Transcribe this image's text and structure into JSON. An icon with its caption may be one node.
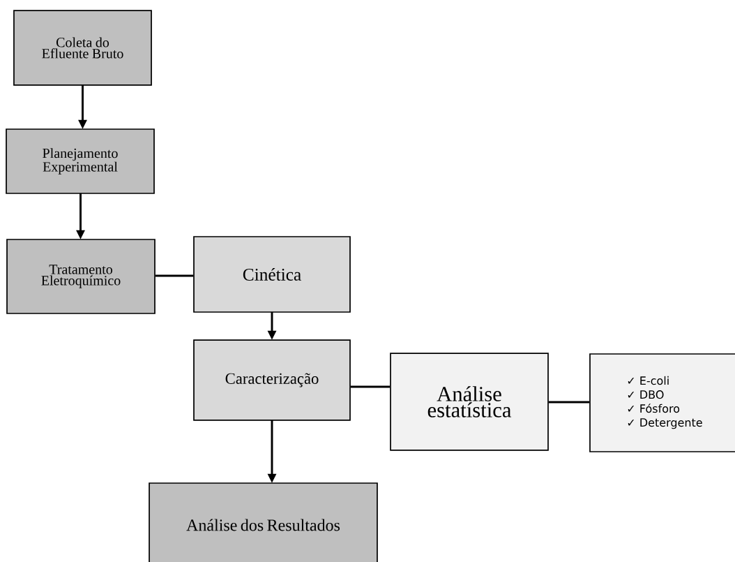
{
  "diagram": {
    "nodes": [
      {
        "text": [
          "Coleta do Efluente Bruto"
        ]
      },
      {
        "text": [
          "Planejamento Experimental"
        ]
      },
      {
        "text": [
          "Tratamento Eletroquímico"
        ]
      },
      {
        "text": [
          "Cinética"
        ]
      },
      {
        "text": [
          "Caracterização"
        ]
      },
      {
        "text": [
          "Análise estatística"
        ]
      },
      {
        "text": [
          "✓ E-coli",
          "✓  DBO",
          "✓ Fósforo",
          "✓ Detergente"
        ]
      },
      {
        "text": [
          "Análise dos Resultados"
        ]
      }
    ],
    "edges": [
      {
        "from": 0,
        "to": 1,
        "arrow": "to"
      },
      {
        "from": 1,
        "to": 2,
        "arrow": "to"
      },
      {
        "from": 2,
        "to": 3,
        "arrow": "none"
      },
      {
        "from": 3,
        "to": 4,
        "arrow": "to"
      },
      {
        "from": 4,
        "to": 5,
        "arrow": "none"
      },
      {
        "from": 5,
        "to": 6,
        "arrow": "none"
      },
      {
        "from": 4,
        "to": 7,
        "arrow": "to"
      }
    ]
  }
}
